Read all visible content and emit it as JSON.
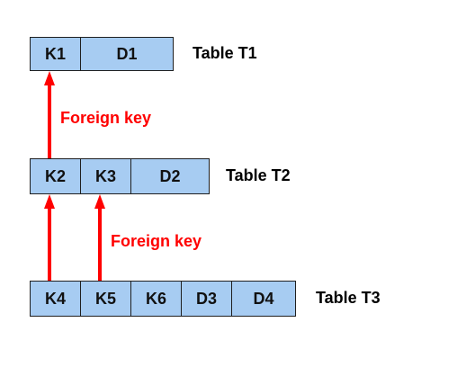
{
  "tables": {
    "t1": {
      "label": "Table T1",
      "cells": [
        "K1",
        "D1"
      ]
    },
    "t2": {
      "label": "Table T2",
      "cells": [
        "K2",
        "K3",
        "D2"
      ]
    },
    "t3": {
      "label": "Table T3",
      "cells": [
        "K4",
        "K5",
        "K6",
        "D3",
        "D4"
      ]
    }
  },
  "foreign_key_labels": {
    "t2_to_t1": "Foreign key",
    "t3_to_t2": "Foreign key"
  },
  "relations": [
    {
      "from": "K2",
      "to": "K1",
      "label": "Foreign key"
    },
    {
      "from": "K4",
      "to": "K2"
    },
    {
      "from": "K5",
      "to": "K3",
      "label": "Foreign key"
    }
  ],
  "colors": {
    "cell_fill": "#a7ccf2",
    "cell_border": "#1f1f1f",
    "arrow": "#ff0000",
    "fk_label": "#ff0000"
  }
}
